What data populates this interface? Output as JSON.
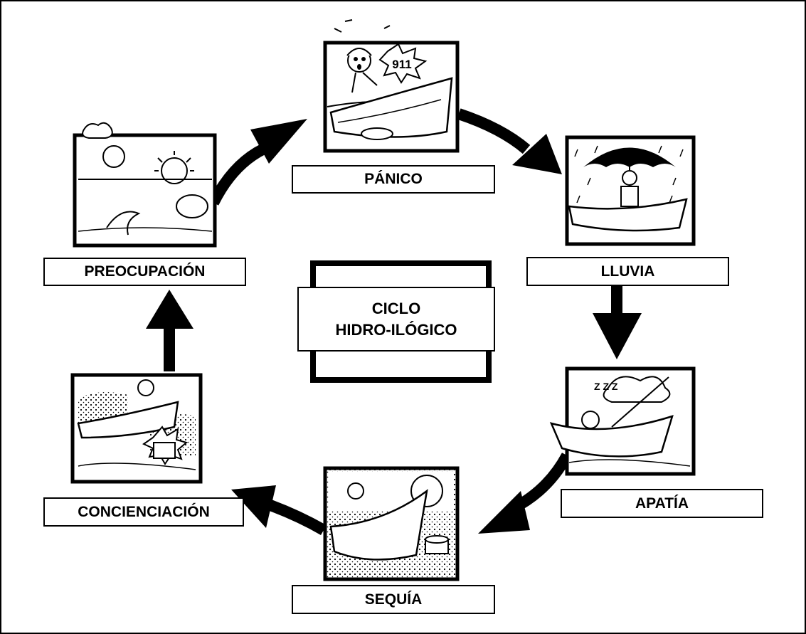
{
  "diagram": {
    "center": {
      "line1": "CICLO",
      "line2": "HIDRO-ILÓGICO"
    },
    "stages": {
      "panico": "PÁNICO",
      "lluvia": "LLUVIA",
      "apatia": "APATÍA",
      "sequia": "SEQUÍA",
      "concienciacion": "CONCIENCIACIÓN",
      "preocupacion": "PREOCUPACIÓN"
    },
    "panic_sign": "911",
    "apathy_sleep_marks": "Z Z Z"
  }
}
